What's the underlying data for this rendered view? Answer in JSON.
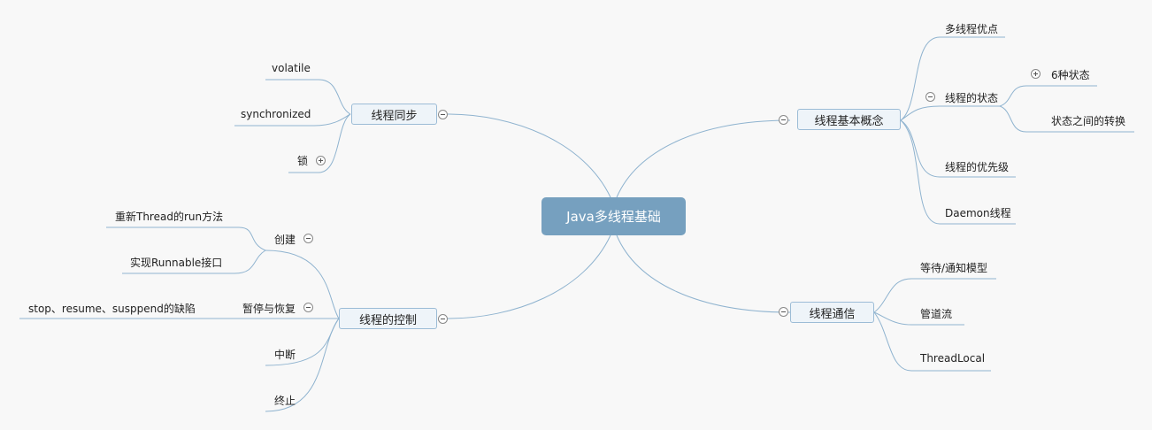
{
  "central": {
    "label": "Java多线程基础"
  },
  "colors": {
    "central_fill": "#76a0bf",
    "branch_line": "#8fb3cf",
    "node_fill": "#eef4f9",
    "node_border": "#9cbcd6"
  },
  "branches": {
    "basic": {
      "label": "线程基本概念",
      "children": {
        "advantages": "多线程优点",
        "state": "线程的状态",
        "six_states": "6种状态",
        "transitions": "状态之间的转换",
        "priority": "线程的优先级",
        "daemon": "Daemon线程"
      }
    },
    "sync": {
      "label": "线程同步",
      "children": {
        "volatile": "volatile",
        "synchronized": "synchronized",
        "lock": "锁"
      }
    },
    "control": {
      "label": "线程的控制",
      "children": {
        "create": "创建",
        "override_run": "重新Thread的run方法",
        "implement_runnable": "实现Runnable接口",
        "pause_resume": "暂停与恢复",
        "defects": "stop、resume、susppend的缺陷",
        "interrupt": "中断",
        "terminate": "终止"
      }
    },
    "communication": {
      "label": "线程通信",
      "children": {
        "wait_notify": "等待/通知模型",
        "pipe": "管道流",
        "threadlocal": "ThreadLocal"
      }
    }
  }
}
